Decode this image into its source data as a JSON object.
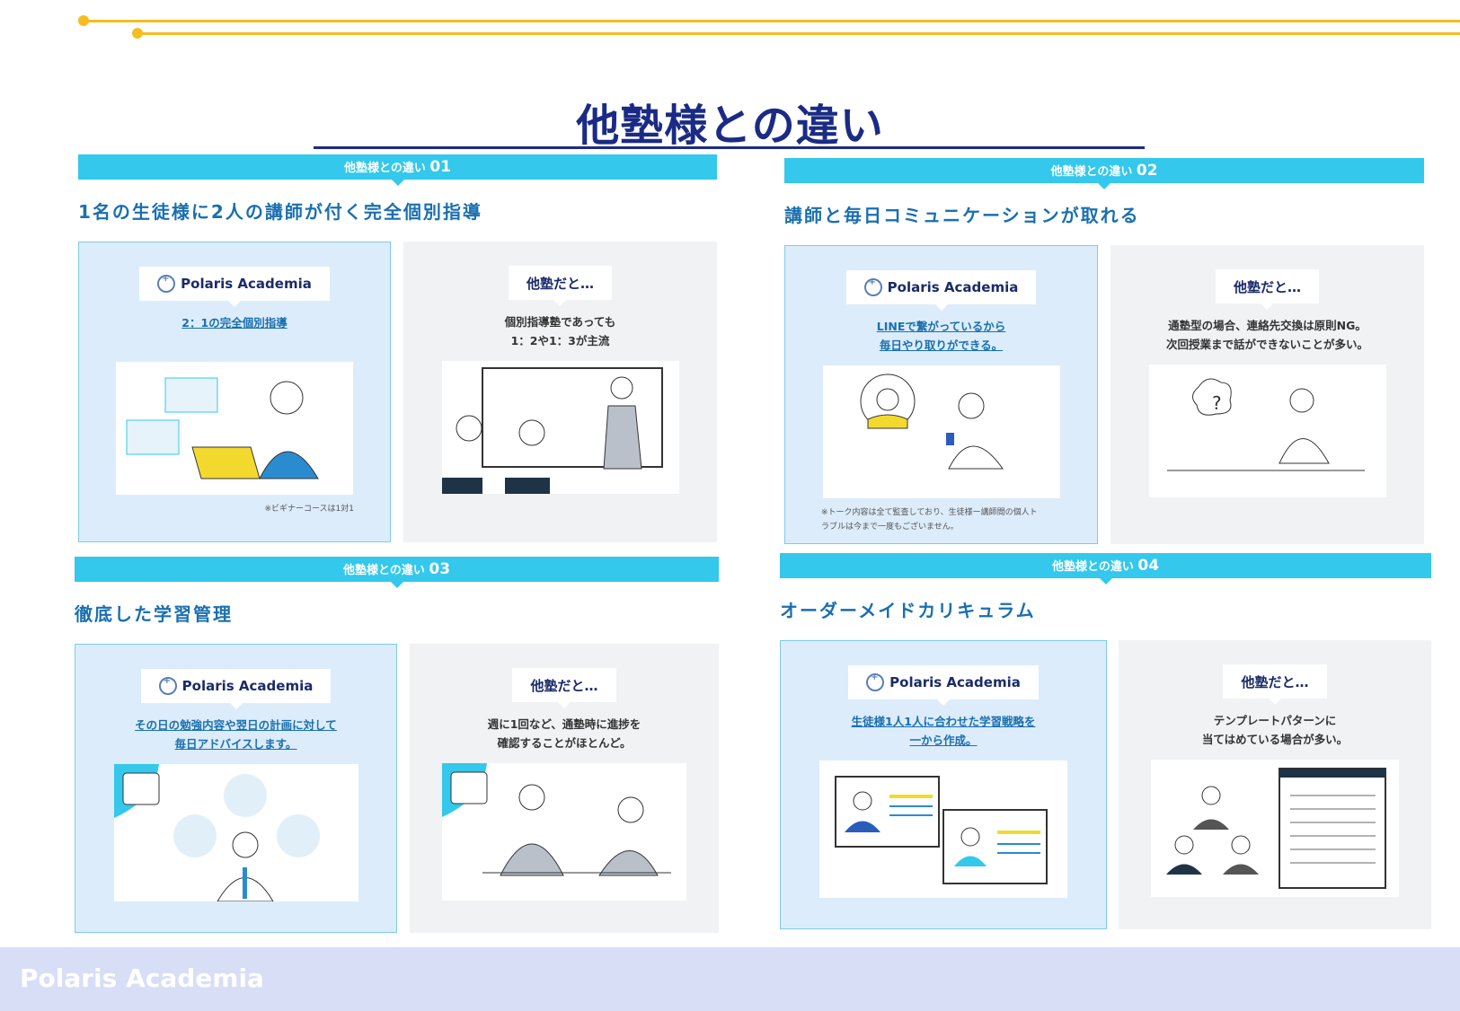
{
  "page_title": "他塾様との違い",
  "brand": "Polaris Academia",
  "others_label": "他塾だと…",
  "footer": "Polaris Academia",
  "sections": [
    {
      "banner_text": "他塾様との違い",
      "banner_num": "01",
      "heading": "1名の生徒様に2人の講師が付く完全個別指導",
      "ours_desc": [
        "2：1の完全個別指導"
      ],
      "theirs_desc": [
        "個別指導塾であっても",
        "1：2や1：3が主流"
      ],
      "note": [
        "※ビギナーコースは1対1"
      ]
    },
    {
      "banner_text": "他塾様との違い",
      "banner_num": "02",
      "heading": "講師と毎日コミュニケーションが取れる",
      "ours_desc": [
        "LINEで繋がっているから",
        "毎日やり取りができる。"
      ],
      "theirs_desc": [
        "通塾型の場合、連絡先交換は原則NG。",
        "次回授業まで話ができないことが多い。"
      ],
      "note": [
        "※トーク内容は全て監査しており、生徒様ー講師間の個人ト",
        "ラブルは今まで一度もございません。"
      ]
    },
    {
      "banner_text": "他塾様との違い",
      "banner_num": "03",
      "heading": "徹底した学習管理",
      "ours_desc": [
        "その日の勉強内容や翌日の計画に対して",
        "毎日アドバイスします。"
      ],
      "theirs_desc": [
        "週に1回など、通塾時に進捗を",
        "確認することがほとんど。"
      ]
    },
    {
      "banner_text": "他塾様との違い",
      "banner_num": "04",
      "heading": "オーダーメイドカリキュラム",
      "ours_desc": [
        "生徒様1人1人に合わせた学習戦略を",
        "一から作成。"
      ],
      "theirs_desc": [
        "テンプレートパターンに",
        "当てはめている場合が多い。"
      ]
    }
  ],
  "colors": {
    "banner": "#33c8ec",
    "heading": "#1a6fb0",
    "title": "#1b2b85",
    "accent_line": "#f5bd1f"
  }
}
